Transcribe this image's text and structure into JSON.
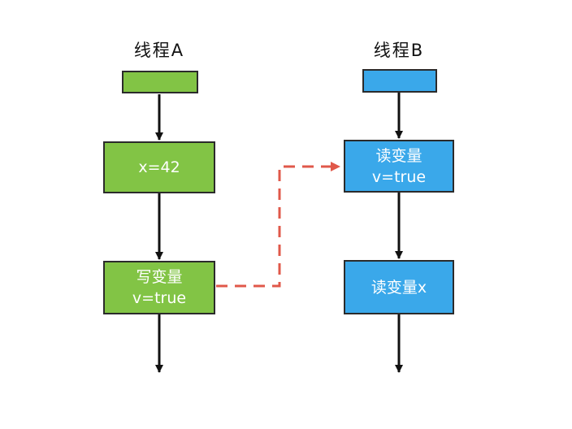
{
  "threadA": {
    "title": "线程A",
    "color": "#82c445",
    "boxes": [
      {
        "line1": "x=42",
        "line2": ""
      },
      {
        "line1": "写变量",
        "line2": "v=true"
      }
    ]
  },
  "threadB": {
    "title": "线程B",
    "color": "#3aa8ea",
    "boxes": [
      {
        "line1": "读变量",
        "line2": "v=true"
      },
      {
        "line1": "读变量x",
        "line2": ""
      }
    ]
  },
  "connector": {
    "style": "dashed",
    "color": "#e0584a",
    "from": "写变量 v=true",
    "to": "读变量 v=true"
  }
}
